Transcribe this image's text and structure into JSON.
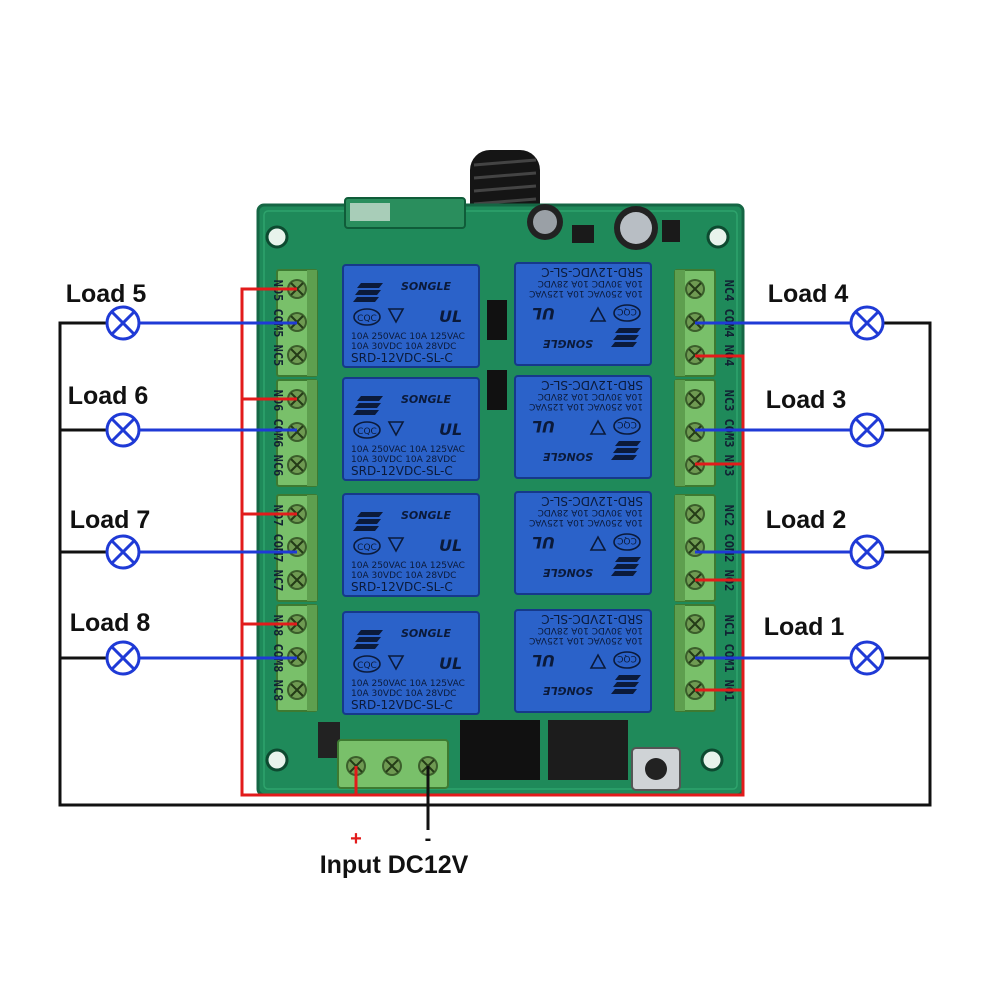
{
  "colors": {
    "board": "#1f8a5a",
    "relay": "#2b62c9",
    "terminal": "#79c06a",
    "wire_red": "#e21b1b",
    "wire_blue": "#1f3ad6",
    "wire_black": "#111111"
  },
  "relay": {
    "brand": "SONGLE",
    "model": "SRD-12VDC-SL-C",
    "rating_1": "10A 250VAC  10A 125VAC",
    "rating_2": "10A 30VDC  10A 28VDC",
    "cert_1": "CQC",
    "cert_2": "UL"
  },
  "loads": [
    {
      "label": "Load 5",
      "side": "left"
    },
    {
      "label": "Load 6",
      "side": "left"
    },
    {
      "label": "Load 7",
      "side": "left"
    },
    {
      "label": "Load 8",
      "side": "left"
    },
    {
      "label": "Load 4",
      "side": "right"
    },
    {
      "label": "Load 3",
      "side": "right"
    },
    {
      "label": "Load 2",
      "side": "right"
    },
    {
      "label": "Load 1",
      "side": "right"
    }
  ],
  "terminals": {
    "left": [
      "NO5 COM5 NC5",
      "NO6 COM6 NC6",
      "NO7 COM7 NC7",
      "NO8 COM8 NC8"
    ],
    "right": [
      "NC4 COM4 NO4",
      "NC3 COM3 NO3",
      "NC2 COM2 NO2",
      "NC1 COM1 NO1"
    ]
  },
  "power": {
    "plus": "+",
    "minus": "-",
    "label": "Input DC12V"
  }
}
